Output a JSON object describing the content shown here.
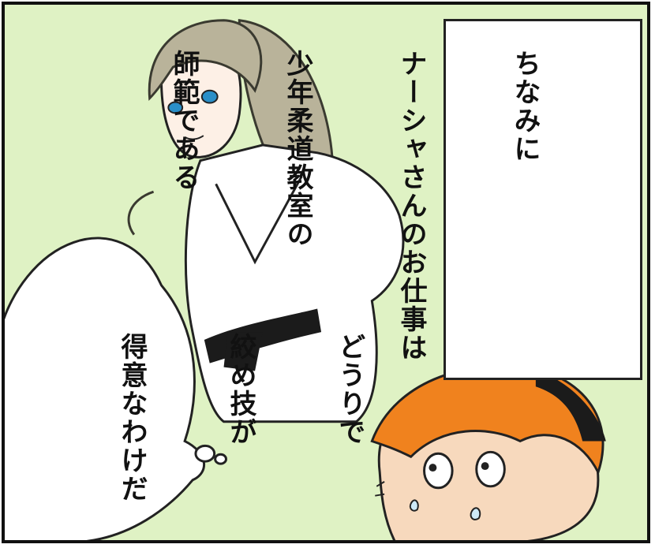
{
  "caption": {
    "lines": [
      "ちなみに",
      "ナーシャさんのお仕事は",
      "少年柔道教室の",
      "師範である"
    ]
  },
  "speech": {
    "lines": [
      "どうりで",
      "絞め技が",
      "得意なわけだ"
    ]
  },
  "colors": {
    "background": "#dff2c4",
    "hair_woman": "#b9b39a",
    "hair_boy": "#f0821e",
    "gi": "#ffffff",
    "belt": "#1b1b1b",
    "eyes": "#2a8fc8",
    "border": "#111111"
  }
}
